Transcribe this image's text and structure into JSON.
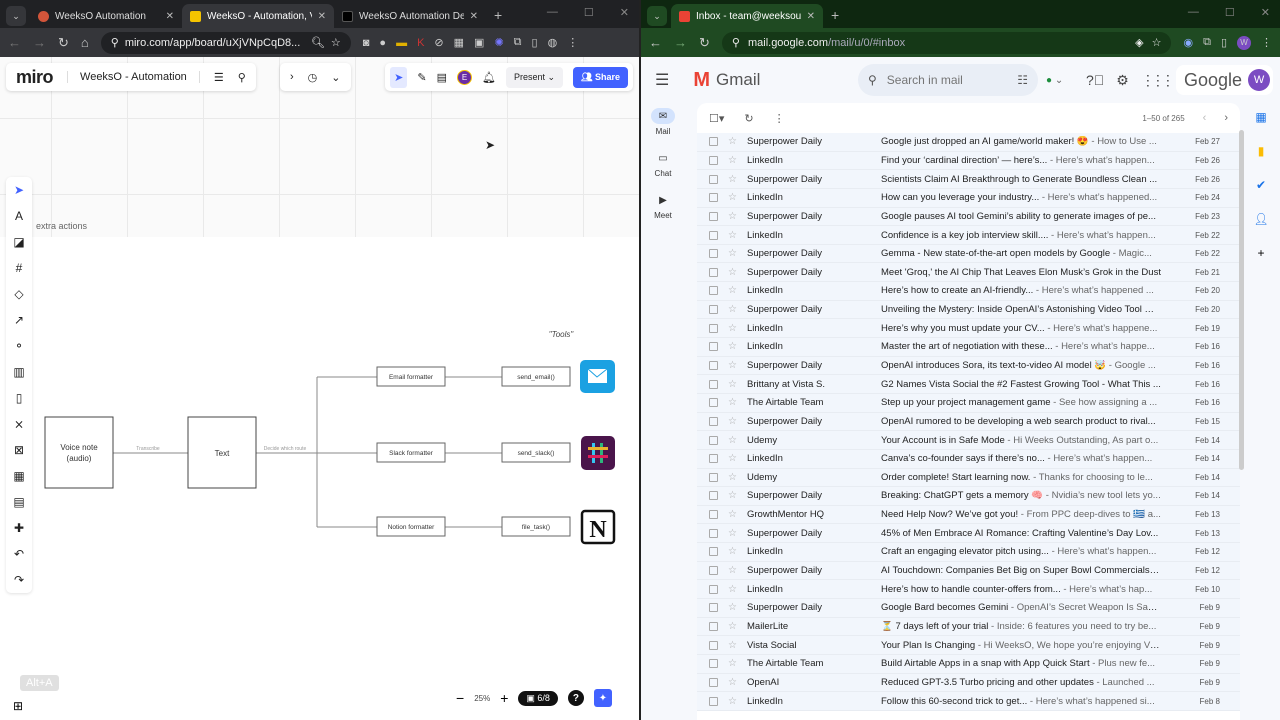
{
  "left_browser": {
    "tabs": [
      {
        "label": "WeeksO Automation",
        "color": "#d2553a"
      },
      {
        "label": "WeeksO - Automation, Visual",
        "color": "#f5c400",
        "active": true
      },
      {
        "label": "WeeksO Automation Demo - L",
        "color": "#111"
      }
    ],
    "url": "miro.com/app/board/uXjVNpCqD8..."
  },
  "miro": {
    "logo": "miro",
    "board_name": "WeeksO - Automation",
    "present_label": "Present",
    "share_label": "Share",
    "avatar": "E",
    "extra_actions": "extra actions",
    "shortcut_hint": "Alt+A",
    "zoom": "25%",
    "pages": "6/8",
    "help": "?",
    "diagram": {
      "tools_label": "\"Tools\"",
      "voice": "Voice note",
      "voice2": "(audio)",
      "transcribe": "Transcribe",
      "text": "Text",
      "decide": "Decide which route",
      "formatters": [
        "Email formatter",
        "Slack formatter",
        "Notion formatter"
      ],
      "functions": [
        "send_email()",
        "send_slack()",
        "file_task()"
      ]
    }
  },
  "right_browser": {
    "tabs": [
      {
        "label": "Inbox - team@weeksoutstandi",
        "active": true
      }
    ],
    "url_host": "mail.google.com",
    "url_path": "/mail/u/0/#inbox"
  },
  "gmail": {
    "brand": "Gmail",
    "search_placeholder": "Search in mail",
    "google": "Google",
    "avatar": "W",
    "rail": [
      {
        "label": "Mail",
        "icon": "✉"
      },
      {
        "label": "Chat",
        "icon": "▭"
      },
      {
        "label": "Meet",
        "icon": "▶"
      }
    ],
    "pagination": "1–50 of 265",
    "emails": [
      {
        "sender": "Superpower Daily",
        "subject": "Google just dropped an AI game/world maker! 😍",
        "snippet": " - How to Use ...",
        "date": "Feb 27"
      },
      {
        "sender": "LinkedIn",
        "subject": "Find your ‘cardinal direction’ — here’s...",
        "snippet": " - Here’s what’s happen...",
        "date": "Feb 26"
      },
      {
        "sender": "Superpower Daily",
        "subject": "Scientists Claim AI Breakthrough to Generate Boundless Clean ...",
        "snippet": "",
        "date": "Feb 26"
      },
      {
        "sender": "LinkedIn",
        "subject": "How can you leverage your industry...",
        "snippet": " - Here’s what’s happened...",
        "date": "Feb 24"
      },
      {
        "sender": "Superpower Daily",
        "subject": "Google pauses AI tool Gemini’s ability to generate images of pe...",
        "snippet": "",
        "date": "Feb 23"
      },
      {
        "sender": "LinkedIn",
        "subject": "Confidence is a key job interview skill....",
        "snippet": " - Here’s what’s happen...",
        "date": "Feb 22"
      },
      {
        "sender": "Superpower Daily",
        "subject": "Gemma - New state-of-the-art open models by Google",
        "snippet": " - Magic...",
        "date": "Feb 22"
      },
      {
        "sender": "Superpower Daily",
        "subject": "Meet 'Groq,' the AI Chip That Leaves Elon Musk’s Grok in the Dust",
        "snippet": "",
        "date": "Feb 21"
      },
      {
        "sender": "LinkedIn",
        "subject": "Here’s how to create an AI-friendly...",
        "snippet": " - Here’s what’s happened ...",
        "date": "Feb 20"
      },
      {
        "sender": "Superpower Daily",
        "subject": "Unveiling the Mystery: Inside OpenAI’s Astonishing Video Tool 🤯",
        "snippet": " -",
        "date": "Feb 20"
      },
      {
        "sender": "LinkedIn",
        "subject": "Here’s why you must update your CV...",
        "snippet": " - Here’s what’s happene...",
        "date": "Feb 19"
      },
      {
        "sender": "LinkedIn",
        "subject": "Master the art of negotiation with these...",
        "snippet": " - Here’s what’s happe...",
        "date": "Feb 16"
      },
      {
        "sender": "Superpower Daily",
        "subject": "OpenAI introduces Sora, its text-to-video AI model 🤯",
        "snippet": " - Google ...",
        "date": "Feb 16"
      },
      {
        "sender": "Brittany at Vista S.",
        "subject": "G2 Names Vista Social the #2 Fastest Growing Tool - What This ...",
        "snippet": "",
        "date": "Feb 16"
      },
      {
        "sender": "The Airtable Team",
        "subject": "Step up your project management game",
        "snippet": " - See how assigning a ...",
        "date": "Feb 16"
      },
      {
        "sender": "Superpower Daily",
        "subject": "OpenAI rumored to be developing a web search product to rival...",
        "snippet": "",
        "date": "Feb 15"
      },
      {
        "sender": "Udemy",
        "subject": "Your Account is in Safe Mode",
        "snippet": " - Hi Weeks Outstanding, As part o...",
        "date": "Feb 14"
      },
      {
        "sender": "LinkedIn",
        "subject": "Canva’s co-founder says if there’s no...",
        "snippet": " - Here’s what’s happen...",
        "date": "Feb 14"
      },
      {
        "sender": "Udemy",
        "subject": "Order complete! Start learning now.",
        "snippet": " - Thanks for choosing to le...",
        "date": "Feb 14"
      },
      {
        "sender": "Superpower Daily",
        "subject": "Breaking: ChatGPT gets a memory 🧠",
        "snippet": " - Nvidia’s new tool lets yo...",
        "date": "Feb 14"
      },
      {
        "sender": "GrowthMentor HQ",
        "subject": "Need Help Now? We’ve got you!",
        "snippet": " - From PPC deep-dives to 🇬🇷 a...",
        "date": "Feb 13"
      },
      {
        "sender": "Superpower Daily",
        "subject": "45% of Men Embrace AI Romance: Crafting Valentine’s Day Lov...",
        "snippet": "",
        "date": "Feb 13"
      },
      {
        "sender": "LinkedIn",
        "subject": "Craft an engaging elevator pitch using...",
        "snippet": " - Here’s what’s happen...",
        "date": "Feb 12"
      },
      {
        "sender": "Superpower Daily",
        "subject": "AI Touchdown: Companies Bet Big on Super Bowl Commercials t...",
        "snippet": "",
        "date": "Feb 12"
      },
      {
        "sender": "LinkedIn",
        "subject": "Here’s how to handle counter-offers from...",
        "snippet": " - Here’s what’s hap...",
        "date": "Feb 10"
      },
      {
        "sender": "Superpower Daily",
        "subject": "Google Bard becomes Gemini",
        "snippet": " - OpenAI’s Secret Weapon Is Sam...",
        "date": "Feb 9"
      },
      {
        "sender": "MailerLite",
        "subject": "⏳ 7 days left of your trial",
        "snippet": " - Inside: 6 features you need to try be...",
        "date": "Feb 9"
      },
      {
        "sender": "Vista Social",
        "subject": "Your Plan Is Changing",
        "snippet": " - Hi WeeksO, We hope you’re enjoying Vis...",
        "date": "Feb 9"
      },
      {
        "sender": "The Airtable Team",
        "subject": "Build Airtable Apps in a snap with App Quick Start",
        "snippet": " - Plus new fe...",
        "date": "Feb 9"
      },
      {
        "sender": "OpenAI",
        "subject": "Reduced GPT-3.5 Turbo pricing and other updates",
        "snippet": " - Launched ...",
        "date": "Feb 9"
      },
      {
        "sender": "LinkedIn",
        "subject": "Follow this 60-second trick to get...",
        "snippet": " - Here’s what’s happened si...",
        "date": "Feb 8"
      }
    ]
  }
}
